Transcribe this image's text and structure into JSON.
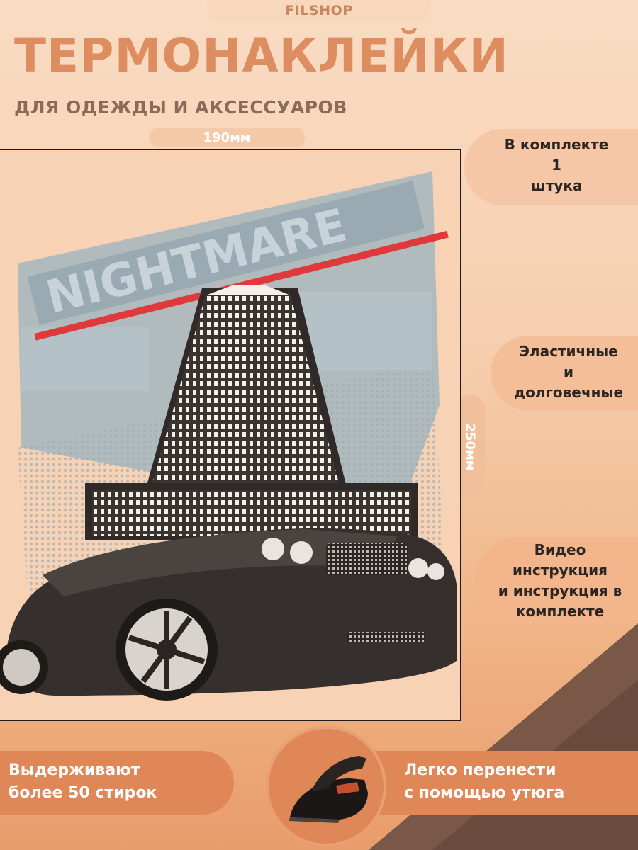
{
  "header": {
    "brand": "FILSHOP",
    "title": "ТЕРМОНАКЛЕЙКИ",
    "subtitle": "ДЛЯ ОДЕЖДЫ И АКСЕССУАРОВ"
  },
  "dimensions": {
    "width_label": "190мм",
    "height_label": "250мм"
  },
  "artwork": {
    "banner_text": "NIGHTMARE"
  },
  "features": {
    "kit": [
      "В комплекте",
      "1",
      "штука"
    ],
    "elastic": [
      "Эластичные",
      "и",
      "долговечные"
    ],
    "video": [
      "Видео",
      "инструкция",
      "и инструкция в",
      "комплекте"
    ]
  },
  "bottom": {
    "left": [
      "Выдерживают",
      "более 50 стирок"
    ],
    "right": [
      "Легко перенести",
      "с помощью утюга"
    ],
    "iron_icon": "iron-icon"
  },
  "colors": {
    "accent": "#df8757",
    "title": "#dd8d5f",
    "corner": "#7a5848"
  }
}
